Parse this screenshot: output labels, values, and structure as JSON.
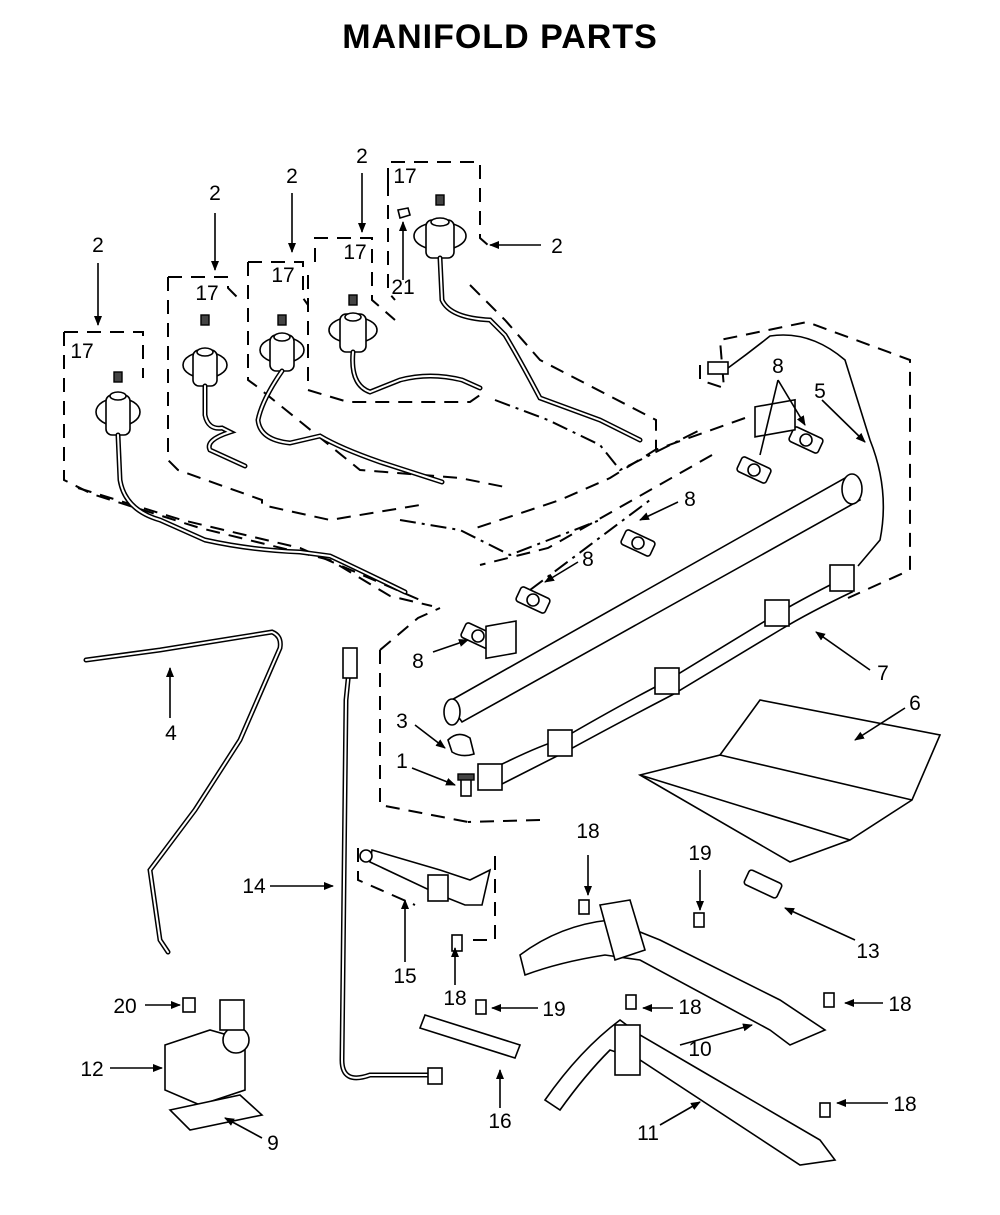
{
  "title": "MANIFOLD PARTS",
  "callouts": [
    {
      "id": "c-2a",
      "text": "2"
    },
    {
      "id": "c-2b",
      "text": "2"
    },
    {
      "id": "c-2c",
      "text": "2"
    },
    {
      "id": "c-2d",
      "text": "2"
    },
    {
      "id": "c-2e",
      "text": "2"
    },
    {
      "id": "c-17a",
      "text": "17"
    },
    {
      "id": "c-17b",
      "text": "17"
    },
    {
      "id": "c-17c",
      "text": "17"
    },
    {
      "id": "c-17d",
      "text": "17"
    },
    {
      "id": "c-17e",
      "text": "17"
    },
    {
      "id": "c-21",
      "text": "21"
    },
    {
      "id": "c-5",
      "text": "5"
    },
    {
      "id": "c-8a",
      "text": "8"
    },
    {
      "id": "c-8b",
      "text": "8"
    },
    {
      "id": "c-8c",
      "text": "8"
    },
    {
      "id": "c-8d",
      "text": "8"
    },
    {
      "id": "c-7",
      "text": "7"
    },
    {
      "id": "c-6",
      "text": "6"
    },
    {
      "id": "c-4",
      "text": "4"
    },
    {
      "id": "c-3",
      "text": "3"
    },
    {
      "id": "c-1",
      "text": "1"
    },
    {
      "id": "c-14",
      "text": "14"
    },
    {
      "id": "c-15",
      "text": "15"
    },
    {
      "id": "c-18a",
      "text": "18"
    },
    {
      "id": "c-18b",
      "text": "18"
    },
    {
      "id": "c-18c",
      "text": "18"
    },
    {
      "id": "c-18d",
      "text": "18"
    },
    {
      "id": "c-18e",
      "text": "18"
    },
    {
      "id": "c-19a",
      "text": "19"
    },
    {
      "id": "c-19b",
      "text": "19"
    },
    {
      "id": "c-13",
      "text": "13"
    },
    {
      "id": "c-10",
      "text": "10"
    },
    {
      "id": "c-11",
      "text": "11"
    },
    {
      "id": "c-16",
      "text": "16"
    },
    {
      "id": "c-20",
      "text": "20"
    },
    {
      "id": "c-12",
      "text": "12"
    },
    {
      "id": "c-9",
      "text": "9"
    }
  ]
}
